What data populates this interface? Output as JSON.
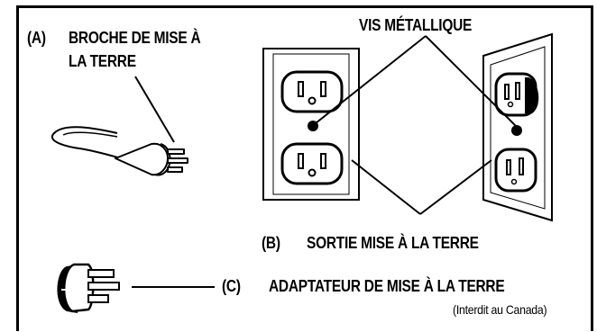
{
  "labels": {
    "a_letter": "(A)",
    "a_line1": "BROCHE DE MISE À",
    "a_line2": "LA TERRE",
    "screw": "VIS MÉTALLIQUE",
    "b_letter": "(B)",
    "b_text": "SORTIE MISE À LA TERRE",
    "c_letter": "(C)",
    "c_text": "ADAPTATEUR DE MISE À LA TERRE",
    "c_note": "(Interdit au Canada)"
  }
}
